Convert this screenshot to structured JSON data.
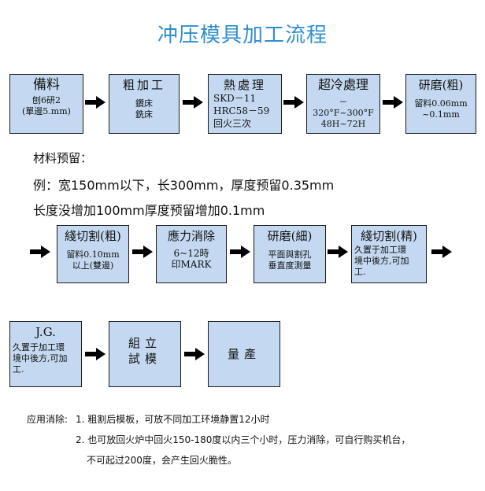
{
  "title": "冲压模具加工流程",
  "row1": [
    {
      "title": "備料",
      "lines": [
        "刨6研2",
        "(單邊5.mm)"
      ]
    },
    {
      "title": "粗加工",
      "lines": [
        "鑽床",
        "銑床"
      ]
    },
    {
      "title": "熱處理",
      "lines": [
        "SKD－11",
        "HRC58－59",
        "回火三次"
      ]
    },
    {
      "title": "超冷處理",
      "lines": [
        "－320°F~300°F",
        "48H~72H"
      ]
    },
    {
      "title": "研磨(粗)",
      "lines": [
        "留料0.06mm",
        "~0.1mm"
      ]
    }
  ],
  "material_note": {
    "heading": "材料预留：",
    "line1": "例：宽150mm以下，长300mm，厚度预留0.35mm",
    "line2": "长度没增加100mm厚度预留增加0.1mm"
  },
  "row2": [
    {
      "title": "綫切割(粗)",
      "lines": [
        "留料0.10mm",
        "以上(雙邊)"
      ]
    },
    {
      "title": "應力消除",
      "lines": [
        "6~12時",
        "印MARK"
      ]
    },
    {
      "title": "研磨(細)",
      "lines": [
        "平面與割孔",
        "垂直度測量"
      ]
    },
    {
      "title": "綫切割(精)",
      "lines": [
        "久置于加工環",
        "境中後方,可加",
        "工."
      ]
    }
  ],
  "row3": [
    {
      "title": "J.G.",
      "lines": [
        "久置于加工環",
        "境中後方,可加",
        "工."
      ]
    },
    {
      "title": "組立",
      "lines": [
        "試模"
      ]
    },
    {
      "title": "量產",
      "lines": []
    }
  ],
  "footer": {
    "label": "应用消除:",
    "item1": "1. 粗割后模板，可放不同加工环境静置12小时",
    "item2a": "2. 也可放回火炉中回火150-180度以内三个小时，压力消除，可自行购买机台，",
    "item2b": "不可起过200度，会产生回火脆性。"
  }
}
